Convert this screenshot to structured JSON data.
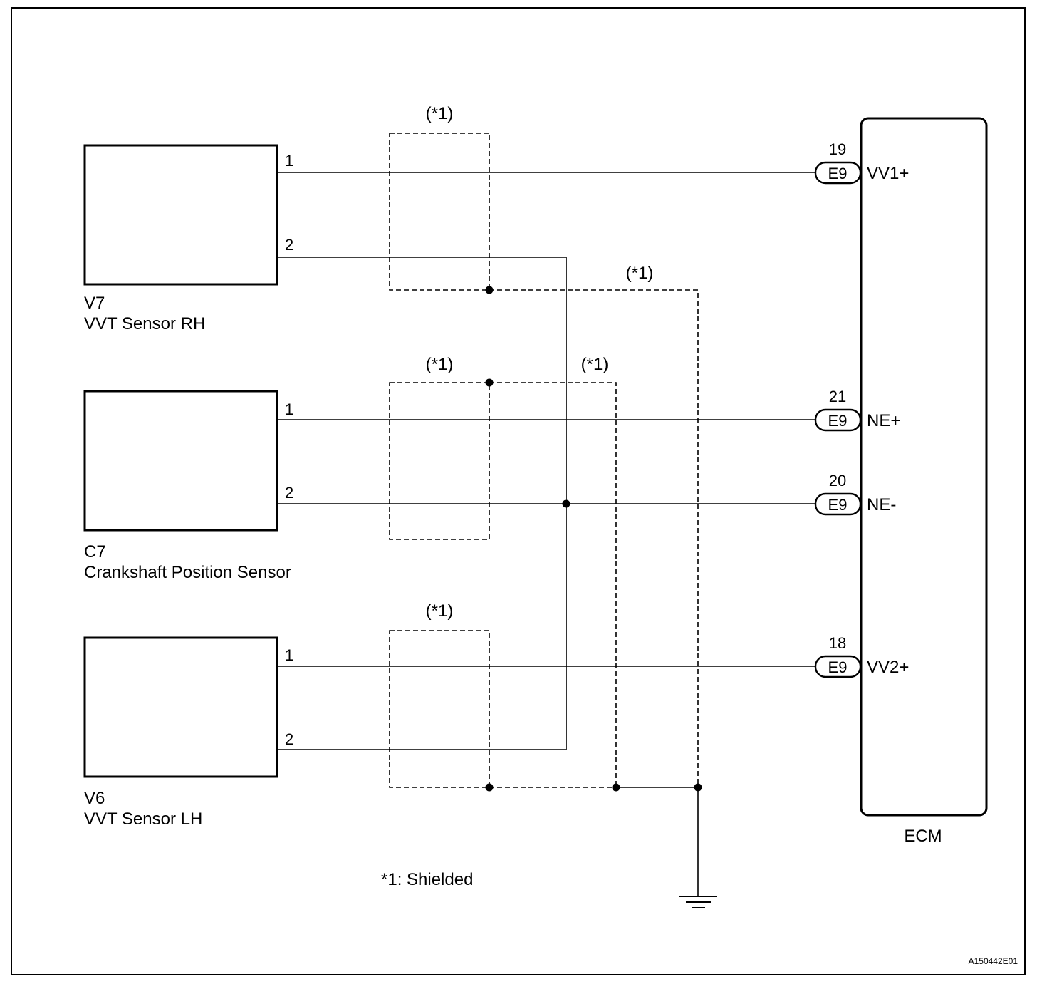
{
  "components": {
    "vvt_rh": {
      "code": "V7",
      "name": "VVT Sensor RH",
      "pin1": "1",
      "pin2": "2"
    },
    "crank": {
      "code": "C7",
      "name": "Crankshaft Position Sensor",
      "pin1": "1",
      "pin2": "2"
    },
    "vvt_lh": {
      "code": "V6",
      "name": "VVT Sensor LH",
      "pin1": "1",
      "pin2": "2"
    },
    "ecm": {
      "name": "ECM"
    }
  },
  "ecm_terminals": {
    "vv1": {
      "pin": "19",
      "connector": "E9",
      "signal": "VV1+"
    },
    "ne_plus": {
      "pin": "21",
      "connector": "E9",
      "signal": "NE+"
    },
    "ne_minus": {
      "pin": "20",
      "connector": "E9",
      "signal": "NE-"
    },
    "vv2": {
      "pin": "18",
      "connector": "E9",
      "signal": "VV2+"
    }
  },
  "shield_marks": {
    "s1": "(*1)",
    "s2": "(*1)",
    "s3": "(*1)",
    "s4": "(*1)",
    "s5": "(*1)"
  },
  "legend": {
    "shielded": "*1: Shielded"
  },
  "figure_id": "A150442E01"
}
